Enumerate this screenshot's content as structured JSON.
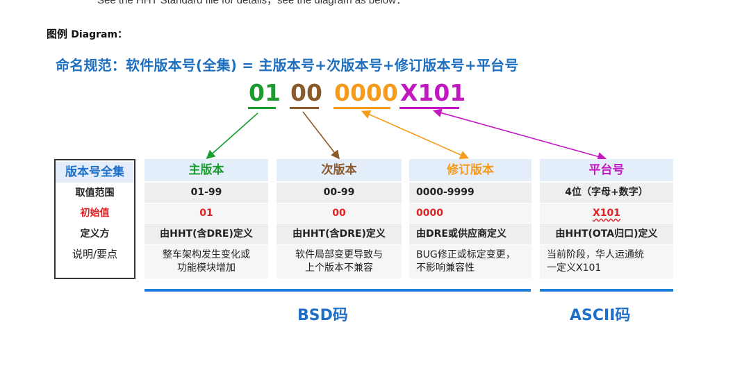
{
  "top_text": "See the HHT Standard file for details，see the diagram as below：",
  "caption": {
    "cn": "图例",
    "en": "Diagram："
  },
  "title": "命名规范：软件版本号(全集) = 主版本号+次版本号+修订版本号+平台号",
  "codes": [
    {
      "text": "01",
      "color": "#1a9c2e"
    },
    {
      "text": "00",
      "color": "#8a5a2b"
    },
    {
      "text": "0000",
      "color": "#f59a1b"
    },
    {
      "text": "X101",
      "color": "#c218c2"
    }
  ],
  "table": {
    "row_headers": [
      {
        "text": "版本号全集",
        "color": "#1e6fc9"
      },
      {
        "text": "取值范围",
        "color": "#222222"
      },
      {
        "text": "初始值",
        "color": "#e02020"
      },
      {
        "text": "定义方",
        "color": "#222222"
      },
      {
        "text": "说明/要点",
        "color": "#222222"
      }
    ],
    "columns": [
      {
        "header": "主版本",
        "header_color": "#1a9c2e",
        "range": "01-99",
        "initial": "01",
        "definer": "由HHT(含DRE)定义",
        "note1": "整车架构发生变化或",
        "note2": "功能模块增加"
      },
      {
        "header": "次版本",
        "header_color": "#8a5a2b",
        "range": "00-99",
        "initial": "00",
        "definer": "由HHT(含DRE)定义",
        "note1": "软件局部变更导致与",
        "note2": "上个版本不兼容"
      },
      {
        "header": "修订版本",
        "header_color": "#f59a1b",
        "range": "0000-9999",
        "initial": "0000",
        "definer": "由DRE或供应商定义",
        "note1": "BUG修正或标定变更，",
        "note2": "不影响兼容性"
      },
      {
        "header": "平台号",
        "header_color": "#c218c2",
        "range": "4位（字母+数字）",
        "initial": "X101",
        "definer": "由HHT(OTA归口)定义",
        "note1": "当前阶段，华人运通统",
        "note2": "一定义X101"
      }
    ]
  },
  "footer": {
    "bsd_label": "BSD码",
    "ascii_label": "ASCII码"
  },
  "accent_color": "#1e7fd8"
}
